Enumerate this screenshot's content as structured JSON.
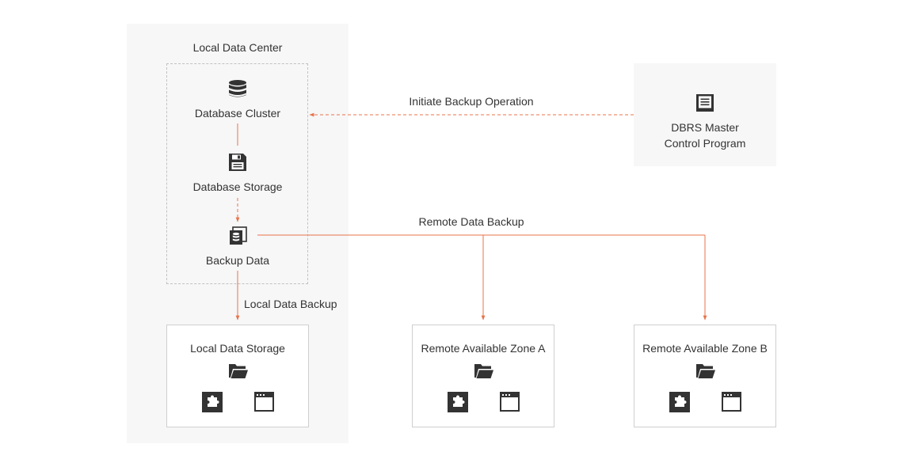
{
  "colors": {
    "accent": "#e8734a",
    "icon": "#333333",
    "panel": "#f7f7f8",
    "border": "#cfcfcf"
  },
  "local_dc": {
    "title": "Local Data Center",
    "nodes": {
      "cluster": {
        "label": "Database Cluster",
        "icon": "database-icon"
      },
      "storage": {
        "label": "Database Storage",
        "icon": "floppy-disk-icon"
      },
      "backup": {
        "label": "Backup Data",
        "icon": "backup-files-icon"
      }
    }
  },
  "dbrs": {
    "line1": "DBRS Master",
    "line2": "Control Program",
    "icon": "document-icon"
  },
  "edges": {
    "initiate": "Initiate Backup Operation",
    "remote": "Remote Data Backup",
    "local": "Local Data Backup"
  },
  "storages": [
    {
      "title": "Local Data Storage",
      "icons": [
        "folder-icon",
        "plugin-icon",
        "window-icon"
      ]
    },
    {
      "title": "Remote Available Zone A",
      "icons": [
        "folder-icon",
        "plugin-icon",
        "window-icon"
      ]
    },
    {
      "title": "Remote Available Zone B",
      "icons": [
        "folder-icon",
        "plugin-icon",
        "window-icon"
      ]
    }
  ]
}
